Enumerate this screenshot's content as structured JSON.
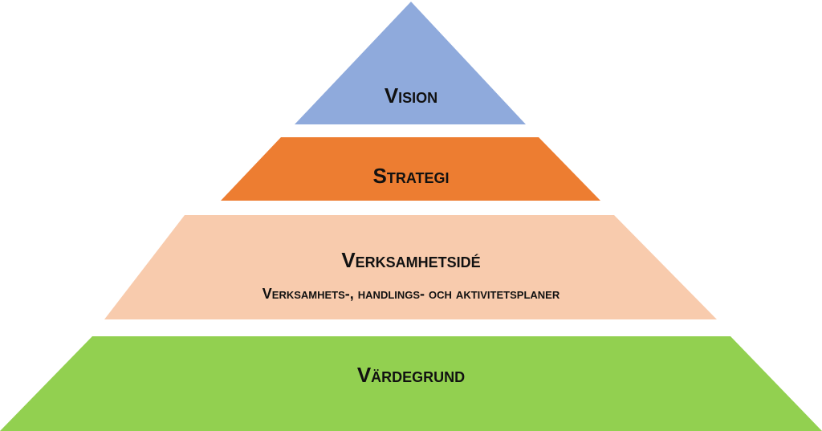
{
  "diagram": {
    "type": "pyramid",
    "levels": [
      {
        "label": "Vision",
        "color": "#8faadc"
      },
      {
        "label": "Strategi",
        "color": "#ed7d31"
      },
      {
        "label": "Verksamhetsidé",
        "sublabel": "Verksamhets-, handlings- och aktivitetsplaner",
        "color": "#f8cbad"
      },
      {
        "label": "Värdegrund",
        "color": "#92d050"
      }
    ]
  }
}
